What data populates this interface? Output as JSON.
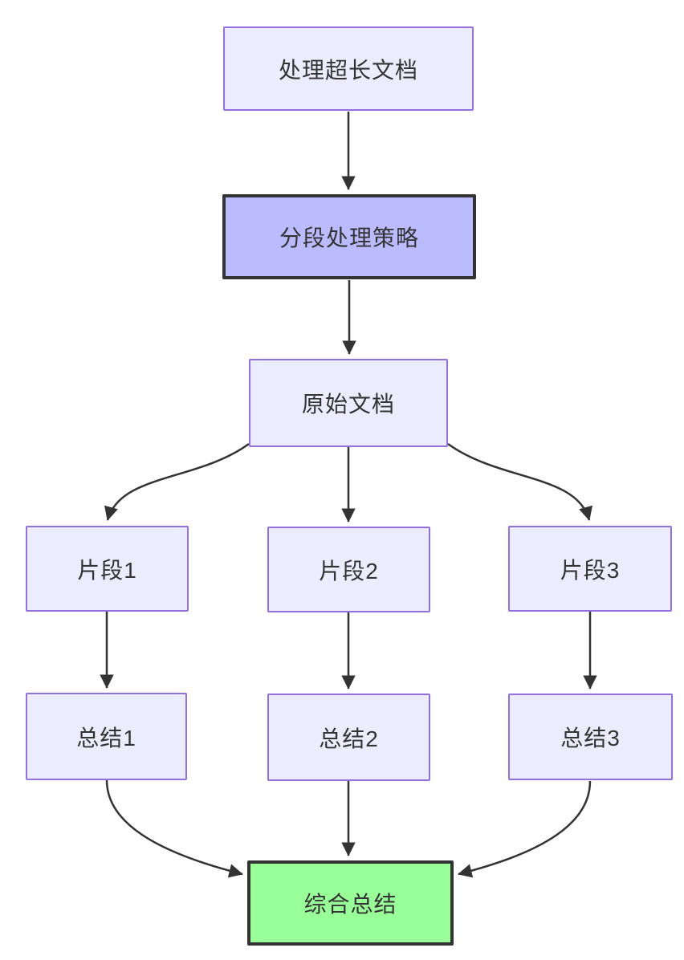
{
  "diagram": {
    "type": "flowchart",
    "direction": "top-down",
    "nodes": {
      "task": {
        "label": "处理超长文档",
        "style": "light"
      },
      "strategy": {
        "label": "分段处理策略",
        "style": "purple-highlight"
      },
      "doc": {
        "label": "原始文档",
        "style": "light"
      },
      "seg1": {
        "label": "片段1",
        "style": "light"
      },
      "seg2": {
        "label": "片段2",
        "style": "light"
      },
      "seg3": {
        "label": "片段3",
        "style": "light"
      },
      "sum1": {
        "label": "总结1",
        "style": "light"
      },
      "sum2": {
        "label": "总结2",
        "style": "light"
      },
      "sum3": {
        "label": "总结3",
        "style": "light"
      },
      "final": {
        "label": "综合总结",
        "style": "green-highlight"
      }
    },
    "edges": [
      {
        "from": "task",
        "to": "strategy"
      },
      {
        "from": "strategy",
        "to": "doc"
      },
      {
        "from": "doc",
        "to": "seg1"
      },
      {
        "from": "doc",
        "to": "seg2"
      },
      {
        "from": "doc",
        "to": "seg3"
      },
      {
        "from": "seg1",
        "to": "sum1"
      },
      {
        "from": "seg2",
        "to": "sum2"
      },
      {
        "from": "seg3",
        "to": "sum3"
      },
      {
        "from": "sum1",
        "to": "final"
      },
      {
        "from": "sum2",
        "to": "final"
      },
      {
        "from": "sum3",
        "to": "final"
      }
    ],
    "colors": {
      "background": "#FFFFFF",
      "node_fill_light": "#ECECFF",
      "node_border_light": "#9370DB",
      "node_fill_purple": "#BBBBFF",
      "node_fill_green": "#99FF99",
      "node_border_dark": "#333333",
      "edge": "#333333",
      "text": "#333333"
    }
  }
}
